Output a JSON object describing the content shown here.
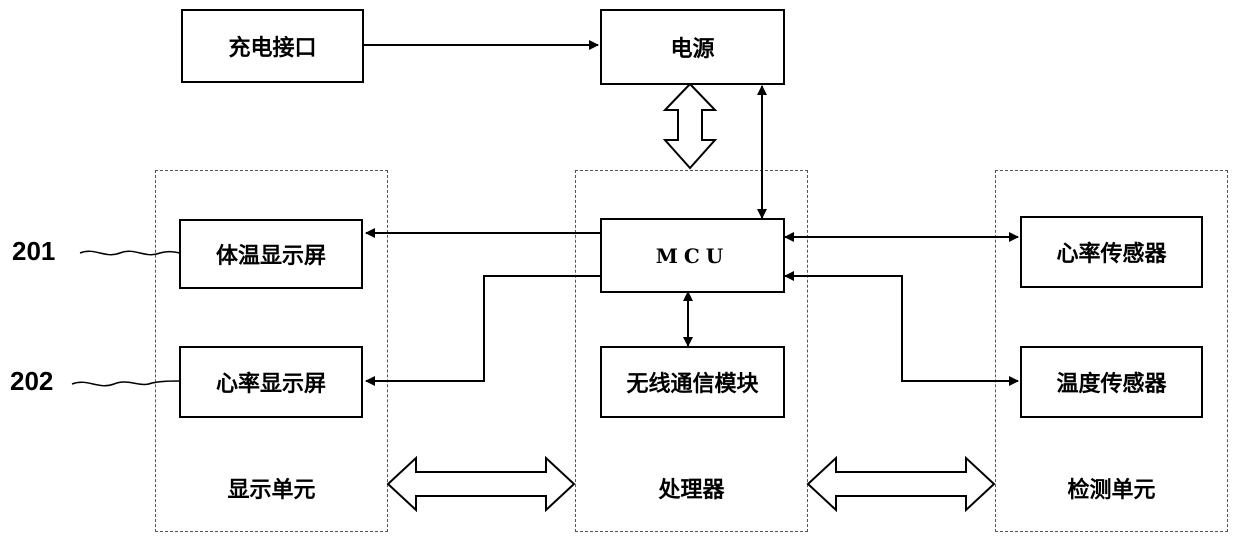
{
  "blocks": {
    "charging_port": "充电接口",
    "power_supply": "电源",
    "mcu": "MCU",
    "wireless_module": "无线通信模块",
    "body_temp_display": "体温显示屏",
    "heart_rate_display": "心率显示屏",
    "heart_rate_sensor": "心率传感器",
    "temperature_sensor": "温度传感器"
  },
  "groups": {
    "display_unit": "显示单元",
    "processor": "处理器",
    "detection_unit": "检测单元"
  },
  "reference_numerals": {
    "body_temp_display": "201",
    "heart_rate_display": "202"
  }
}
